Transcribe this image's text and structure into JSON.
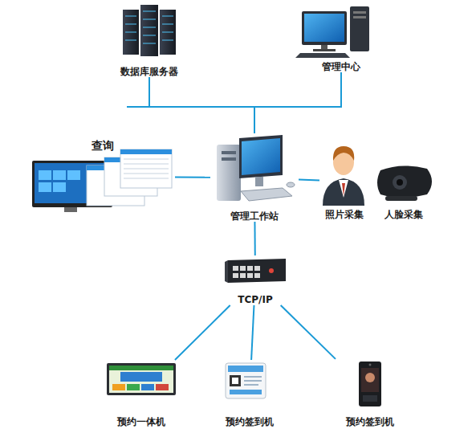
{
  "diagram": {
    "nodes": [
      {
        "text": [
          "数据库服务器"
        ]
      },
      {
        "text": [
          "管理中心"
        ]
      },
      {
        "text": [
          "查询"
        ]
      },
      {
        "text": [
          "管理工作站"
        ]
      },
      {
        "text": [
          "照片采集"
        ]
      },
      {
        "text": [
          "人脸采集"
        ]
      },
      {
        "text": [
          "TCP/IP"
        ]
      },
      {
        "text": [
          "预约一体机"
        ]
      },
      {
        "text": [
          "预约签到机"
        ]
      },
      {
        "text": [
          "预约签到机"
        ]
      }
    ],
    "edges": [
      {
        "from": 0,
        "to": 3,
        "arrow": "none"
      },
      {
        "from": 1,
        "to": 3,
        "arrow": "none"
      },
      {
        "from": 2,
        "to": 3,
        "arrow": "none"
      },
      {
        "from": 3,
        "to": 4,
        "arrow": "none"
      },
      {
        "from": 3,
        "to": 6,
        "arrow": "none"
      },
      {
        "from": 6,
        "to": 7,
        "arrow": "none"
      },
      {
        "from": 6,
        "to": 8,
        "arrow": "none"
      },
      {
        "from": 6,
        "to": 9,
        "arrow": "none"
      }
    ]
  }
}
